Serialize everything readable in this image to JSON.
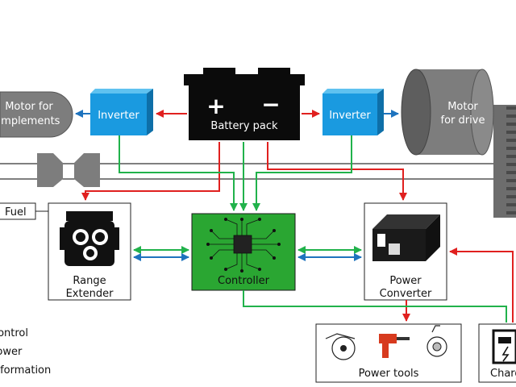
{
  "labels": {
    "motor_implements_line1": "Motor for",
    "motor_implements_line2": "implements",
    "inverter_left": "Inverter",
    "battery_plus": "+",
    "battery_minus": "−",
    "battery_pack": "Battery pack",
    "inverter_right": "Inverter",
    "motor_drive_line1": "Motor",
    "motor_drive_line2": "for drive",
    "fuel": "Fuel",
    "range_extender_line1": "Range",
    "range_extender_line2": "Extender",
    "controller": "Controller",
    "power_converter_line1": "Power",
    "power_converter_line2": "Converter",
    "power_tools": "Power tools",
    "charger": "Charger"
  },
  "legend": [
    {
      "label": "Control",
      "color": "#21b24b"
    },
    {
      "label": "Power",
      "color": "#e0201f"
    },
    {
      "label": "Information",
      "color": "#1e73be"
    }
  ],
  "colors": {
    "control": "#21b24b",
    "power": "#e0201f",
    "information": "#1e73be",
    "inverter_fill": "#1a9ae0",
    "controller_fill": "#2aa632",
    "battery_fill": "#0b0b0b",
    "motor_fill": "#808080"
  }
}
